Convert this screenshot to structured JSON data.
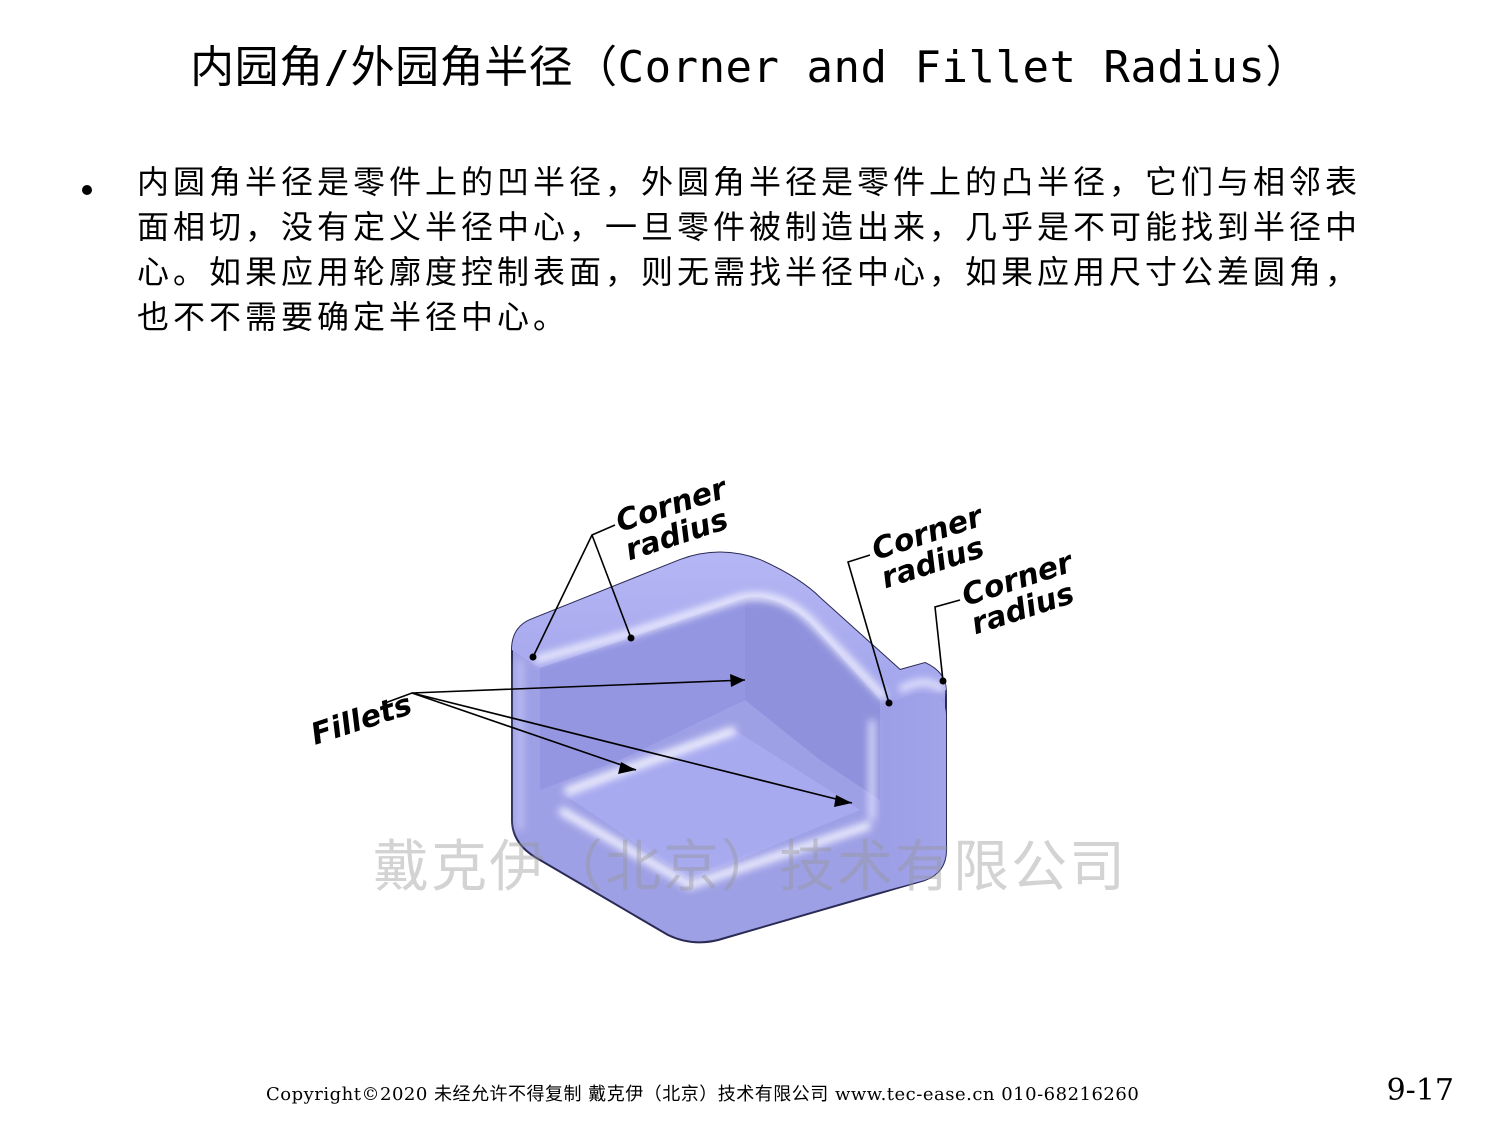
{
  "slide": {
    "title": "内园角/外园角半径（Corner and Fillet Radius）",
    "body_lines": [
      "内圆角半径是零件上的凹半径，外圆角半径是零件上的凸半径，它们与相邻表",
      "面相切，没有定义半径中心，一旦零件被制造出来，几乎是不可能找到半径中",
      "心。如果应用轮廓度控制表面，则无需找半径中心，如果应用尺寸公差圆角，",
      "也不不需要确定半径中心。"
    ]
  },
  "figure": {
    "corner1_line1": "Corner",
    "corner1_line2": "radius",
    "corner2_line1": "Corner",
    "corner2_line2": "radius",
    "corner3_line1": "Corner",
    "corner3_line2": "radius",
    "fillets_label": "Fillets",
    "shape_color": "#9ea0e6"
  },
  "watermark": "戴克伊（北京）技术有限公司",
  "footer": {
    "text": "Copyright©2020 未经允许不得复制  戴克伊（北京）技术有限公司  www.tec-ease.cn  010-68216260",
    "page_number": "9-17"
  }
}
